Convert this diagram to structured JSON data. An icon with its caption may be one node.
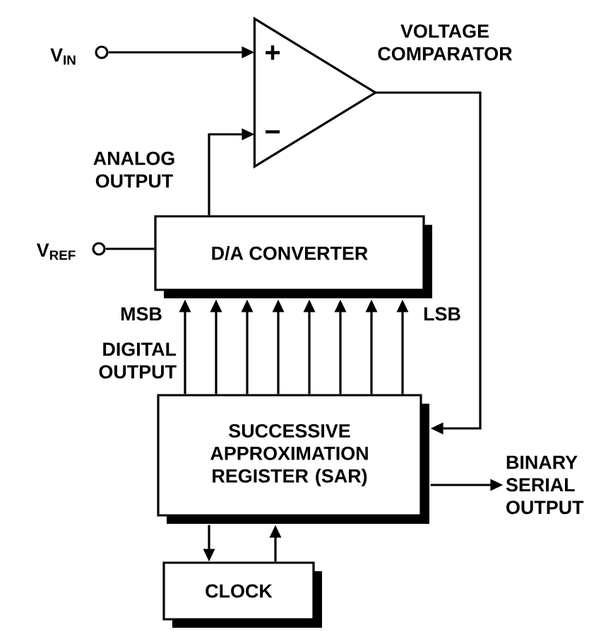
{
  "diagram": {
    "nodes": [
      {
        "text": [],
        "shape": "circle",
        "beside": [
          "V$_{IN}$"
        ]
      },
      {
        "text": [
          "+",
          "−"
        ],
        "beside": [
          "VOLTAGE COMPARATOR"
        ]
      },
      {
        "text": [],
        "shape": "circle",
        "beside": [
          "V$_{REF}$"
        ]
      },
      {
        "text": [
          "D/A CONVERTER"
        ]
      },
      {
        "text": [
          "SUCCESSIVE APPROXIMATION REGISTER (SAR)"
        ]
      },
      {
        "text": [
          "CLOCK"
        ]
      },
      {
        "text": [
          "BINARY SERIAL OUTPUT"
        ]
      }
    ],
    "edges": [
      {
        "from": 0,
        "to": 1,
        "arrow": "to"
      },
      {
        "from": 3,
        "to": 1,
        "arrow": "to"
      },
      {
        "from": 2,
        "to": 3,
        "arrow": "none"
      },
      {
        "from": 4,
        "to": 3,
        "arrow": "to"
      },
      {
        "from": 4,
        "to": 3,
        "arrow": "to"
      },
      {
        "from": 4,
        "to": 3,
        "arrow": "to"
      },
      {
        "from": 4,
        "to": 3,
        "arrow": "to"
      },
      {
        "from": 4,
        "to": 3,
        "arrow": "to"
      },
      {
        "from": 4,
        "to": 3,
        "arrow": "to"
      },
      {
        "from": 4,
        "to": 3,
        "arrow": "to"
      },
      {
        "from": 4,
        "to": 3,
        "arrow": "to"
      },
      {
        "from": 1,
        "to": 4,
        "arrow": "to"
      },
      {
        "from": 4,
        "to": 6,
        "arrow": "to"
      },
      {
        "from": 4,
        "to": 5,
        "arrow": "to"
      },
      {
        "from": 5,
        "to": 4,
        "arrow": "to"
      }
    ],
    "labels": [
      "ANALOG OUTPUT",
      "MSB",
      "LSB",
      "DIGITAL OUTPUT"
    ]
  }
}
